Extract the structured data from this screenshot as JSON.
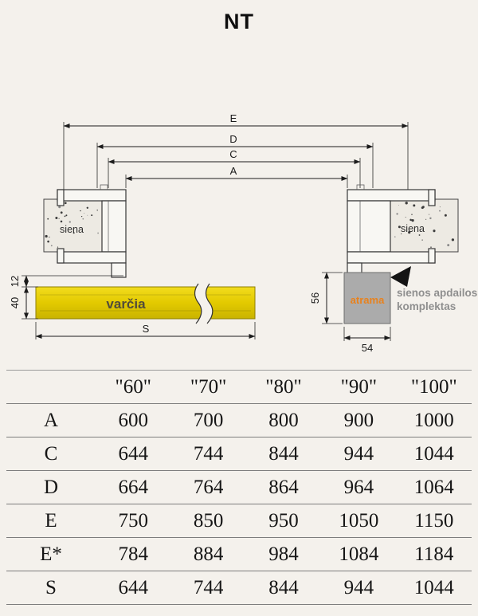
{
  "title": "NT",
  "drawing": {
    "labels": {
      "dim_e": "E",
      "dim_d": "D",
      "dim_c": "C",
      "dim_a": "A",
      "dim_s": "S",
      "dim_12": "12",
      "dim_40": "40",
      "dim_56": "56",
      "dim_54": "54",
      "wall_left": "siena",
      "wall_right": "siena",
      "leaf": "varčia",
      "support": "atrama",
      "kit_line1": "sienos apdailos",
      "kit_line2": "komplektas"
    },
    "colors": {
      "leaf_yellow": "#e3ca00",
      "support_fill": "#ababab",
      "support_text": "#e8821e",
      "kit_text": "#8f8f8f"
    }
  },
  "table": {
    "headers": [
      "\"60\"",
      "\"70\"",
      "\"80\"",
      "\"90\"",
      "\"100\""
    ],
    "rows": [
      {
        "label": "A",
        "values": [
          "600",
          "700",
          "800",
          "900",
          "1000"
        ]
      },
      {
        "label": "C",
        "values": [
          "644",
          "744",
          "844",
          "944",
          "1044"
        ]
      },
      {
        "label": "D",
        "values": [
          "664",
          "764",
          "864",
          "964",
          "1064"
        ]
      },
      {
        "label": "E",
        "values": [
          "750",
          "850",
          "950",
          "1050",
          "1150"
        ]
      },
      {
        "label": "E*",
        "values": [
          "784",
          "884",
          "984",
          "1084",
          "1184"
        ]
      },
      {
        "label": "S",
        "values": [
          "644",
          "744",
          "844",
          "944",
          "1044"
        ]
      }
    ]
  }
}
